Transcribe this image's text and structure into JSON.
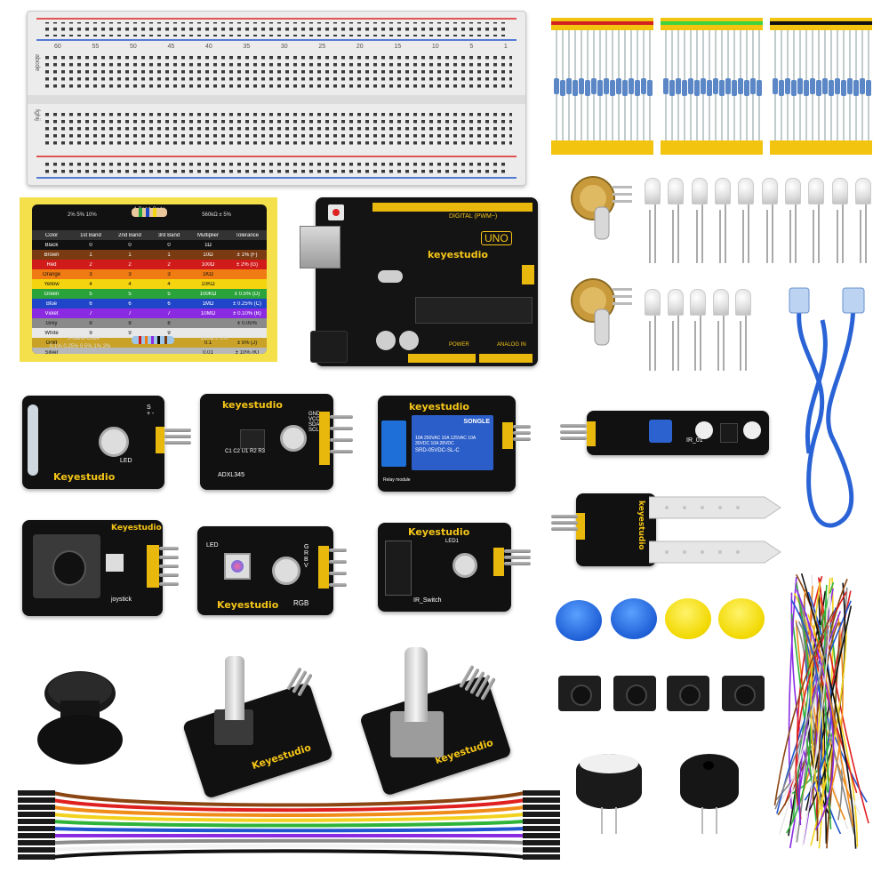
{
  "photo": {
    "uno_board": {
      "brand": "keyestudio",
      "model_badge": "UNO",
      "digital_label": "DIGITAL (PWM~)",
      "power_label": "POWER",
      "analog_label": "ANALOG IN"
    },
    "color_code_card": {
      "title": "4-Band-Code",
      "tolerance_line": "2%  5%  10%",
      "example_value": "560kΩ ± 5%",
      "five_band_title": "5-Band-Code",
      "five_band_example": "237Ω ± 1%",
      "five_band_tolerance": "0.1%  0.25%  0.5%  1%  2%",
      "headers": [
        "Color",
        "1st Band",
        "2nd Band",
        "3rd Band",
        "Multiplier",
        "Tolerance"
      ],
      "rows": [
        {
          "color": "Black",
          "bg": "#111111",
          "d1": "0",
          "d2": "0",
          "d3": "0",
          "mult": "1Ω",
          "tol": ""
        },
        {
          "color": "Brown",
          "bg": "#7a3b12",
          "d1": "1",
          "d2": "1",
          "d3": "1",
          "mult": "10Ω",
          "tol": "± 1%   (F)"
        },
        {
          "color": "Red",
          "bg": "#d11a1a",
          "d1": "2",
          "d2": "2",
          "d3": "2",
          "mult": "100Ω",
          "tol": "± 2%   (G)"
        },
        {
          "color": "Orange",
          "bg": "#f07b12",
          "d1": "3",
          "d2": "3",
          "d3": "3",
          "mult": "1KΩ",
          "tol": ""
        },
        {
          "color": "Yellow",
          "bg": "#f4d40e",
          "d1": "4",
          "d2": "4",
          "d3": "4",
          "mult": "10KΩ",
          "tol": ""
        },
        {
          "color": "Green",
          "bg": "#2aa33a",
          "d1": "5",
          "d2": "5",
          "d3": "5",
          "mult": "100KΩ",
          "tol": "± 0.5%  (D)"
        },
        {
          "color": "Blue",
          "bg": "#1f45c9",
          "d1": "6",
          "d2": "6",
          "d3": "6",
          "mult": "1MΩ",
          "tol": "± 0.25% (C)"
        },
        {
          "color": "Violet",
          "bg": "#8a2be2",
          "d1": "7",
          "d2": "7",
          "d3": "7",
          "mult": "10MΩ",
          "tol": "± 0.10% (B)"
        },
        {
          "color": "Grey",
          "bg": "#8a8a8a",
          "d1": "8",
          "d2": "8",
          "d3": "8",
          "mult": "",
          "tol": "± 0.05%"
        },
        {
          "color": "White",
          "bg": "#e8e8e8",
          "d1": "9",
          "d2": "9",
          "d3": "9",
          "mult": "",
          "tol": ""
        },
        {
          "color": "Gold",
          "bg": "#c9a227",
          "d1": "",
          "d2": "",
          "d3": "",
          "mult": "0.1",
          "tol": "± 5%   (J)"
        },
        {
          "color": "Silver",
          "bg": "#b8b8b8",
          "d1": "",
          "d2": "",
          "d3": "",
          "mult": "0.01",
          "tol": "± 10%  (K)"
        }
      ]
    },
    "modules": {
      "reed_switch": {
        "brand": "Keyestudio",
        "pins": "S + -",
        "label": "LED"
      },
      "adxl345": {
        "brand": "keyestudio",
        "chip_label": "ADXL345",
        "parts": "C1 C2 U1 R2 R3",
        "pins": "GND VCC SDA SCL"
      },
      "relay": {
        "brand": "keyestudio",
        "relay_brand": "SONGLE",
        "relay_model": "SRD-05VDC-SL-C",
        "ratings": "10A 250VAC  10A 125VAC  10A 30VDC  10A 28VDC",
        "footer": "Relay module"
      },
      "joystick": {
        "brand": "Keyestudio",
        "label": "joystick"
      },
      "rgb_led": {
        "brand": "Keyestudio",
        "label": "RGB",
        "led_label": "LED",
        "pins": "G R B V"
      },
      "ir_switch": {
        "brand": "Keyestudio",
        "label": "IR_Switch",
        "led": "LED1"
      },
      "line_tracker": {
        "label": "IR_01"
      },
      "soil_sensor": {
        "brand": "keyestudio"
      },
      "encoder_1": {
        "brand": "Keyestudio"
      },
      "encoder_2": {
        "brand": "keyestudio"
      }
    },
    "breadboard": {
      "row_numbers": [
        "60",
        "55",
        "50",
        "45",
        "40",
        "35",
        "30",
        "25",
        "20",
        "15",
        "10",
        "5",
        "1"
      ],
      "letters_top": "abcde",
      "letters_bottom": "fghij"
    }
  }
}
